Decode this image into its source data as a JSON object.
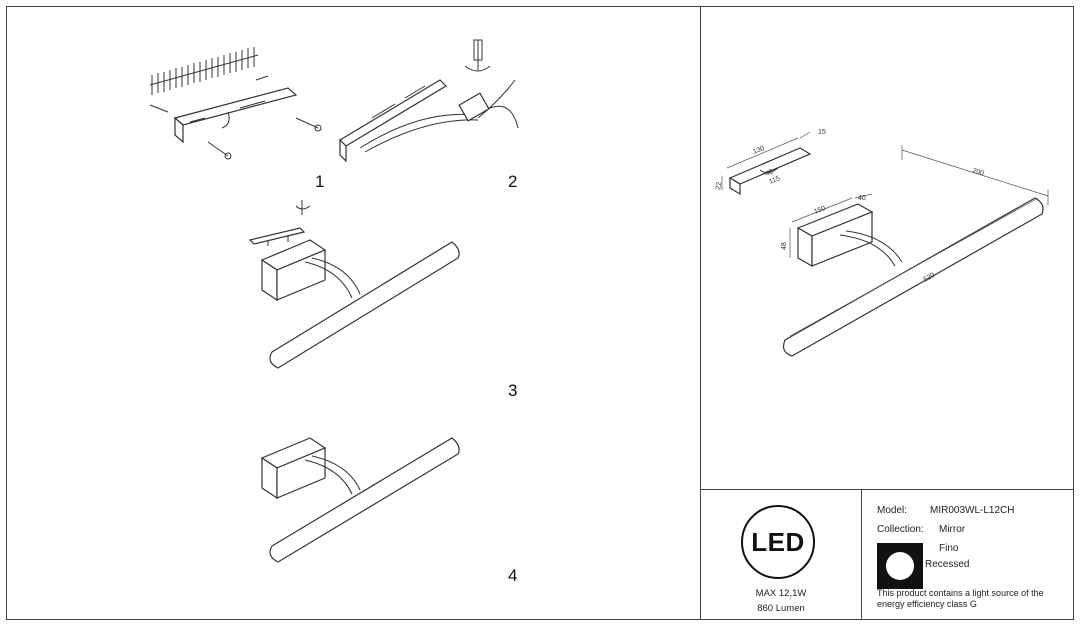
{
  "steps": [
    {
      "number": "1"
    },
    {
      "number": "2"
    },
    {
      "number": "3"
    },
    {
      "number": "4"
    }
  ],
  "dimensions": {
    "bracket_length": "130",
    "bracket_depth": "15",
    "bracket_height": "22",
    "hole_spacing_inner": "48",
    "hole_spacing_outer": "115",
    "box_width": "150",
    "box_depth": "40",
    "box_height": "48",
    "arm_projection": "200",
    "bar_length": "520"
  },
  "badge": {
    "text": "LED",
    "max_power": "MAX 12,1W",
    "lumen": "860 Lumen"
  },
  "info": {
    "model_label": "Model:",
    "model_value": "MIR003WL-L12CH",
    "collection_label": "Collection:",
    "collection_value": "Mirror",
    "mount_type_1": "Fino",
    "mount_type_2": "Recessed",
    "energy_note": "This product contains a light source of the energy efficiency class G"
  }
}
